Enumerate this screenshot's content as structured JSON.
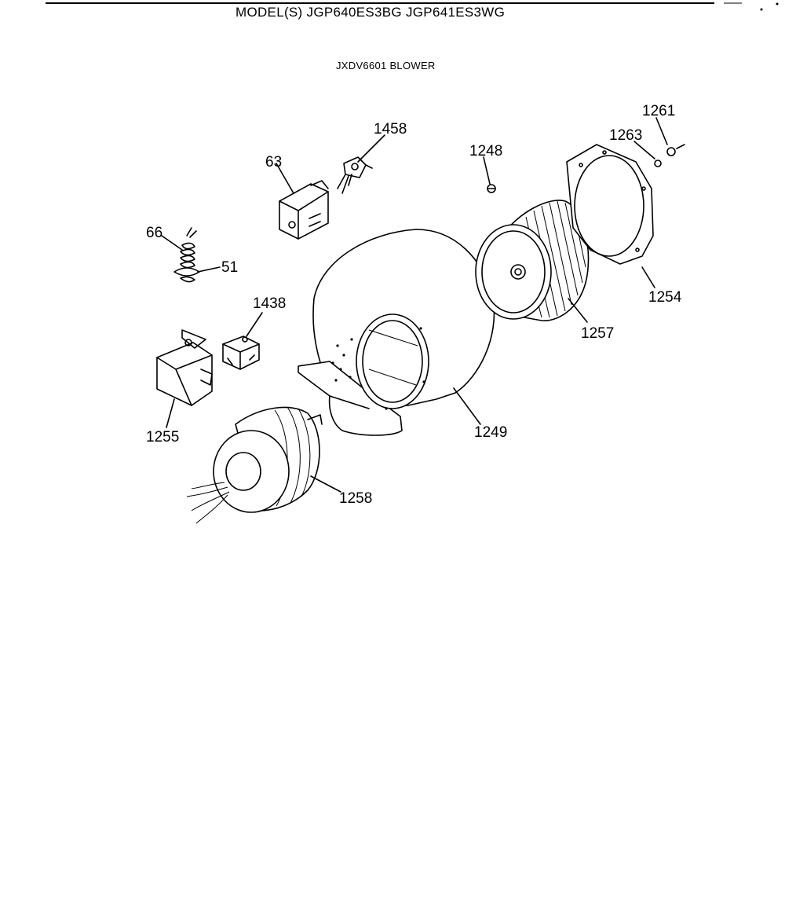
{
  "header": {
    "model_title": "MODEL(S)  JGP640ES3BG JGP641ES3WG",
    "section_title": "JXDV6601 BLOWER"
  },
  "callouts": [
    {
      "id": "1261",
      "label": "1261"
    },
    {
      "id": "1263",
      "label": "1263"
    },
    {
      "id": "1458",
      "label": "1458"
    },
    {
      "id": "1248",
      "label": "1248"
    },
    {
      "id": "63",
      "label": "63"
    },
    {
      "id": "66",
      "label": "66"
    },
    {
      "id": "51",
      "label": "51"
    },
    {
      "id": "1438",
      "label": "1438"
    },
    {
      "id": "1254",
      "label": "1254"
    },
    {
      "id": "1257",
      "label": "1257"
    },
    {
      "id": "1255",
      "label": "1255"
    },
    {
      "id": "1249",
      "label": "1249"
    },
    {
      "id": "1258",
      "label": "1258"
    }
  ]
}
